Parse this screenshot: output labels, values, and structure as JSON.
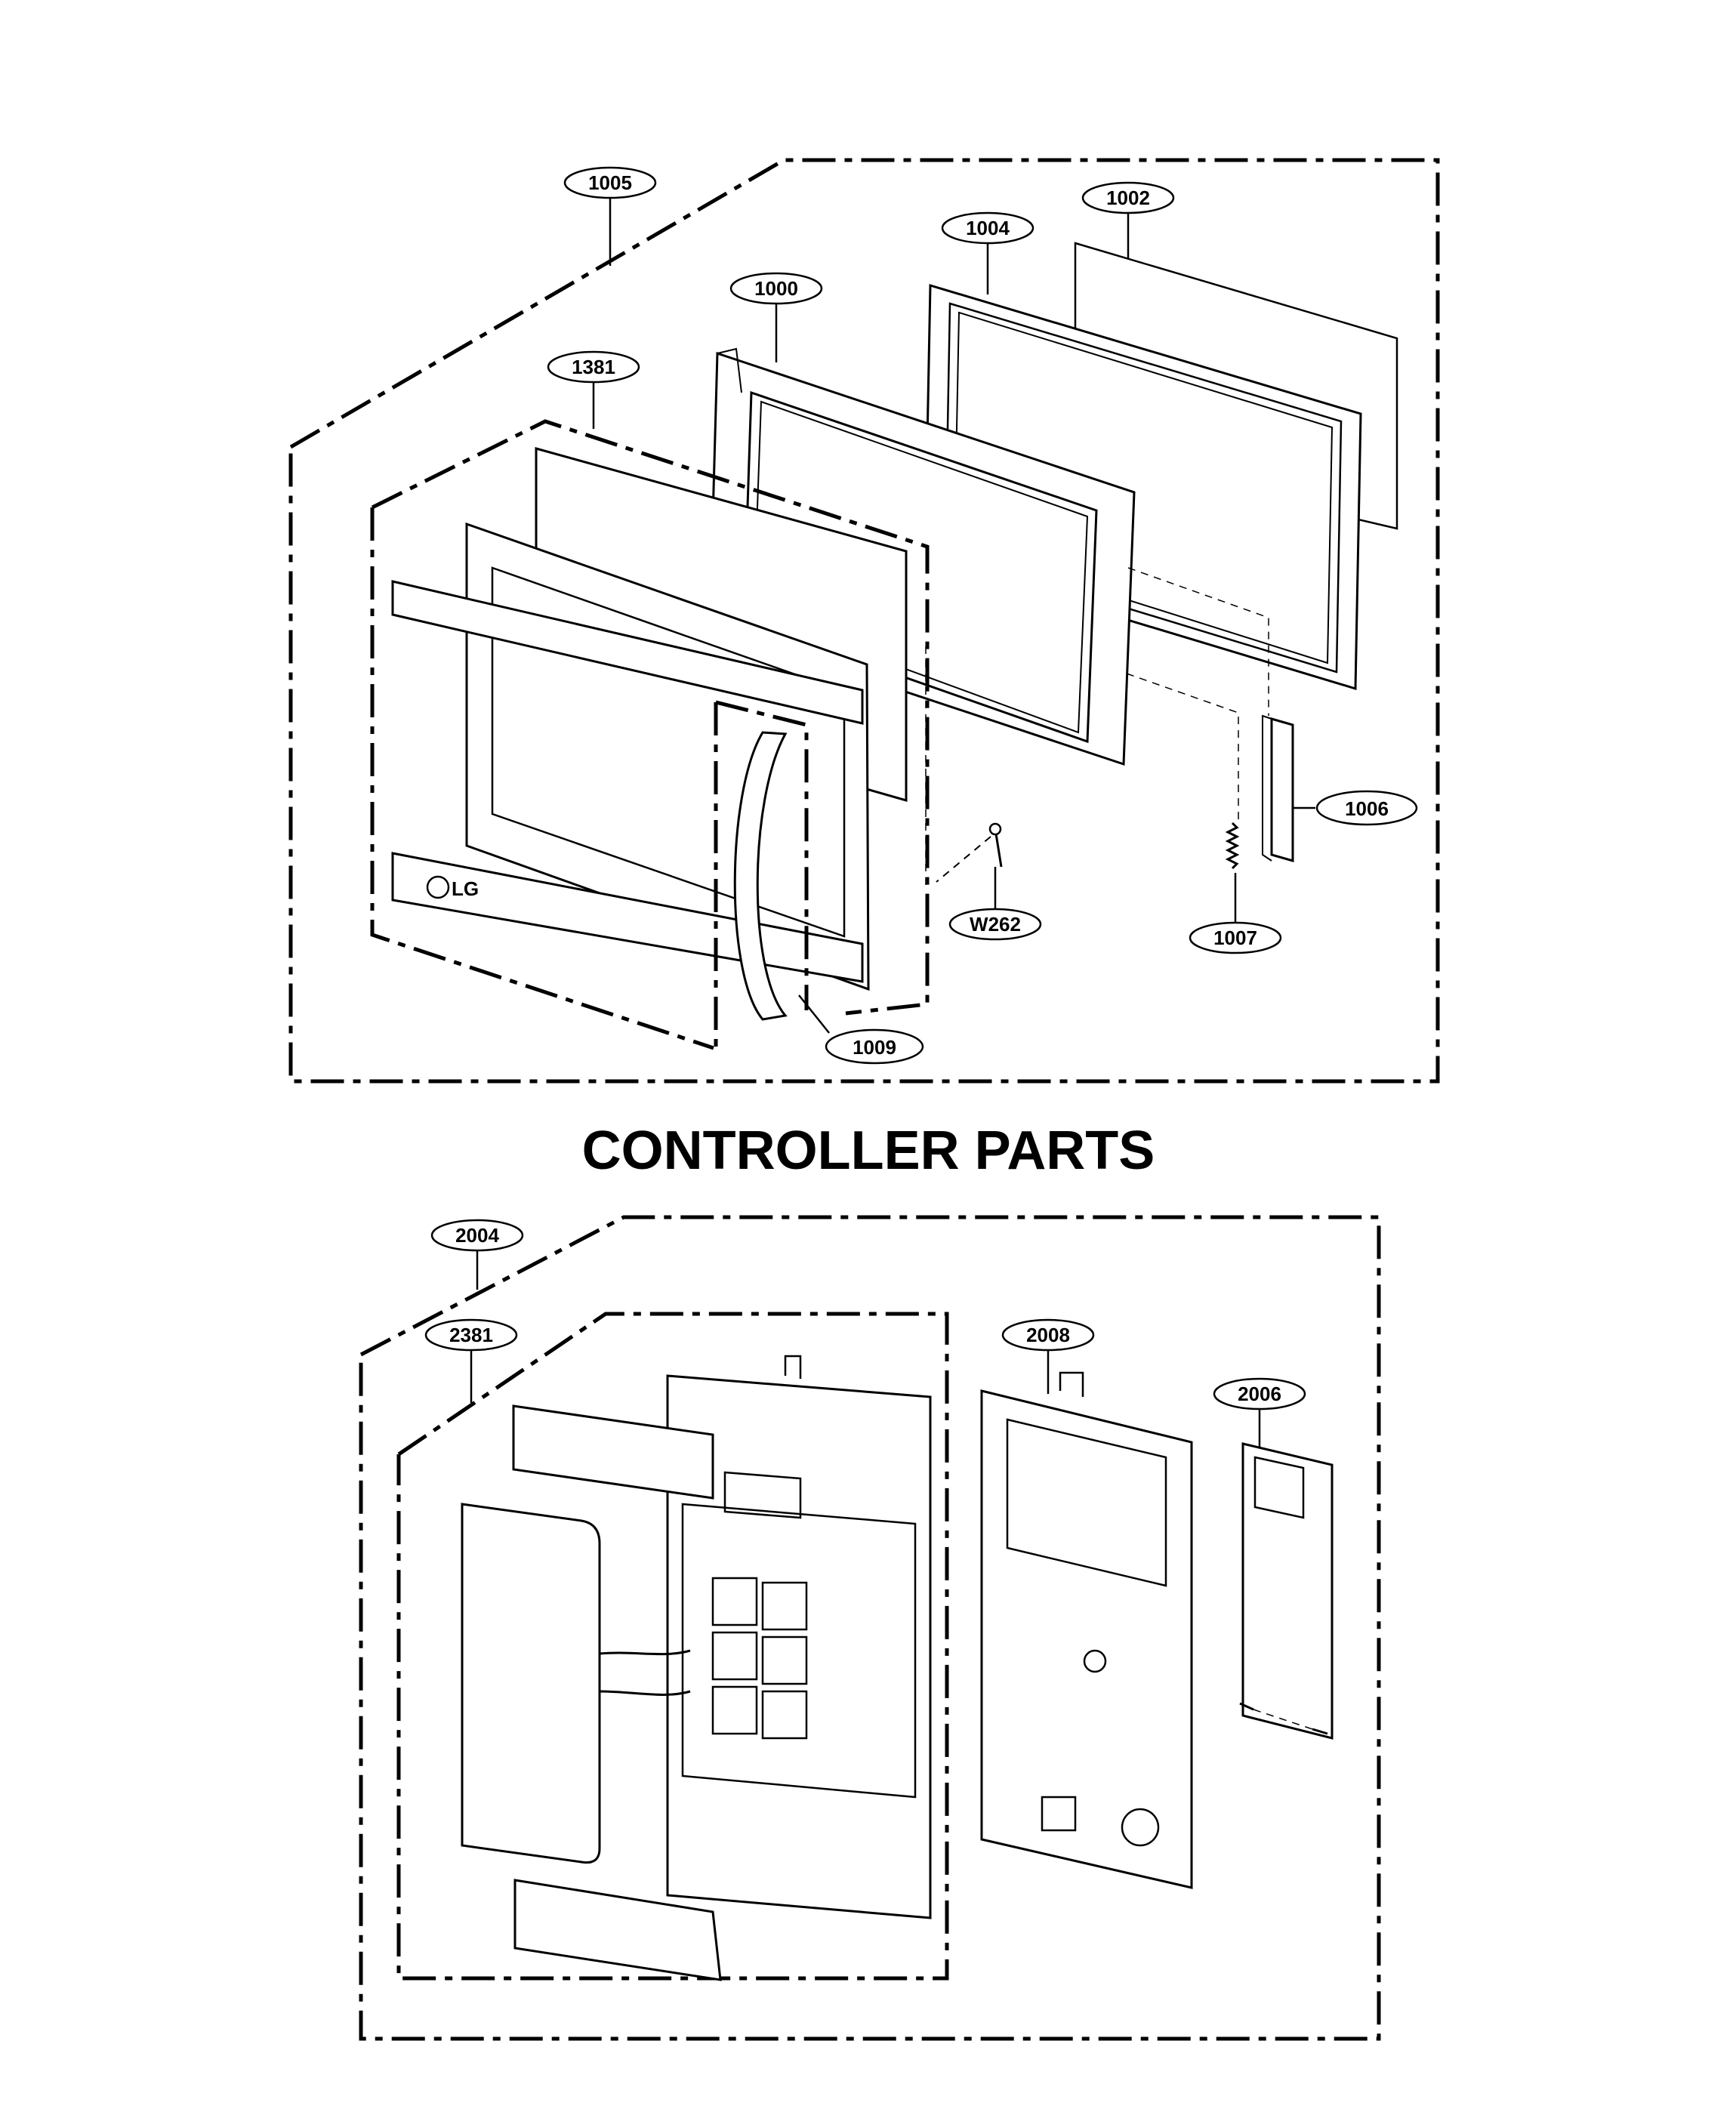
{
  "door_parts": {
    "callouts": {
      "p1005": "1005",
      "p1004": "1004",
      "p1002": "1002",
      "p1000": "1000",
      "p1381": "1381",
      "p1006": "1006",
      "pW262": "W262",
      "p1007": "1007",
      "p1009": "1009"
    },
    "logo_text": "LG"
  },
  "controller_parts": {
    "title": "CONTROLLER PARTS",
    "callouts": {
      "p2004": "2004",
      "p2381": "2381",
      "p2008": "2008",
      "p2006": "2006"
    }
  },
  "colors": {
    "line": "#000000",
    "background": "#ffffff"
  }
}
